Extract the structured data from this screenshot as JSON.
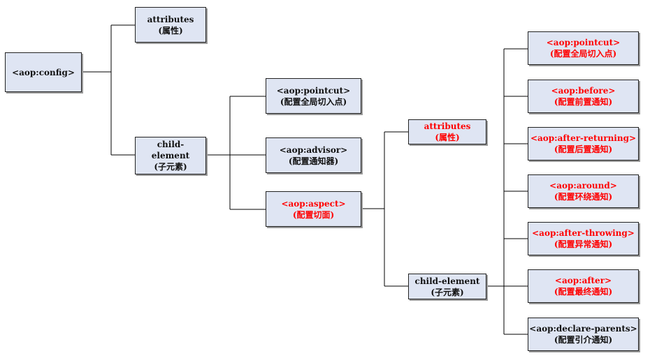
{
  "colors": {
    "node_fill": "#dfe5f3",
    "border": "#222222",
    "line": "#000000",
    "highlight_text": "#ff0000",
    "normal_text": "#111111"
  },
  "nodes": {
    "config": {
      "line1": "<aop:config>"
    },
    "attributes": {
      "line1": "attributes",
      "line2": "(属性)"
    },
    "child_element": {
      "line1": "child-",
      "line2": "element",
      "line3": "(子元素)"
    },
    "pointcut": {
      "line1": "<aop:pointcut>",
      "line2": "(配置全局切入点)"
    },
    "advisor": {
      "line1": "<aop:advisor>",
      "line2": "(配置通知器)"
    },
    "aspect": {
      "line1": "<aop:aspect>",
      "line2": "(配置切面)"
    },
    "aspect_attributes": {
      "line1": "attributes",
      "line2": "(属性)"
    },
    "aspect_child_element": {
      "line1": "child-element",
      "line2": "(子元素)"
    },
    "aspect_pointcut": {
      "line1": "<aop:pointcut>",
      "line2": "(配置全局切入点)"
    },
    "before": {
      "line1": "<aop:before>",
      "line2": "(配置前置通知)"
    },
    "after_returning": {
      "line1": "<aop:after-returning>",
      "line2": "(配置后置通知)"
    },
    "around": {
      "line1": "<aop:around>",
      "line2": "(配置环绕通知)"
    },
    "after_throwing": {
      "line1": "<aop:after-throwing>",
      "line2": "(配置异常通知)"
    },
    "after": {
      "line1": "<aop:after>",
      "line2": "(配置最终通知)"
    },
    "declare_parents": {
      "line1": "<aop:declare-parents>",
      "line2": "(配置引介通知)"
    }
  }
}
